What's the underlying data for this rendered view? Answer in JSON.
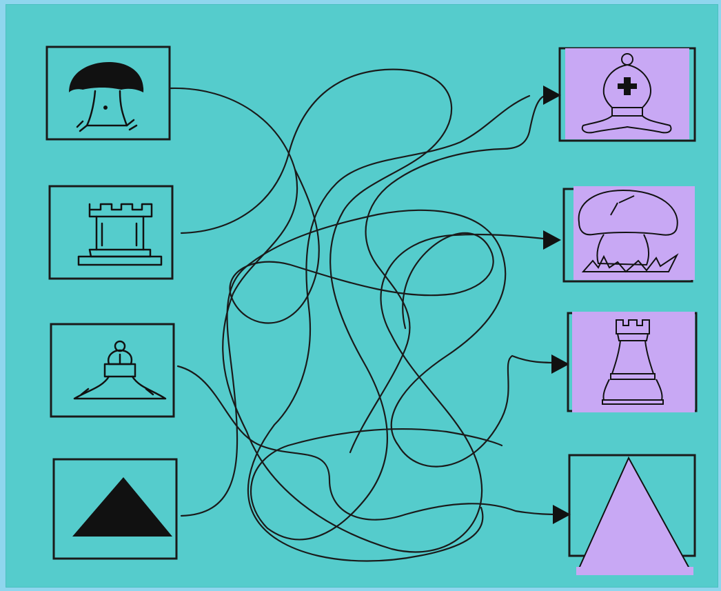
{
  "puzzle": {
    "type": "maze-matching",
    "left_items": [
      "mushroom",
      "rook",
      "bishop",
      "triangle"
    ],
    "right_items": [
      "bishop",
      "mushroom",
      "rook",
      "triangle"
    ],
    "matches": [
      {
        "from": "mushroom",
        "to": "mushroom"
      },
      {
        "from": "rook",
        "to": "rook"
      },
      {
        "from": "bishop",
        "to": "bishop"
      },
      {
        "from": "triangle",
        "to": "triangle"
      }
    ]
  },
  "colors": {
    "page_background": "#8fd6ee",
    "board_background": "#55cccc",
    "answer_fill": "#c8a8f4",
    "ink": "#111111"
  }
}
